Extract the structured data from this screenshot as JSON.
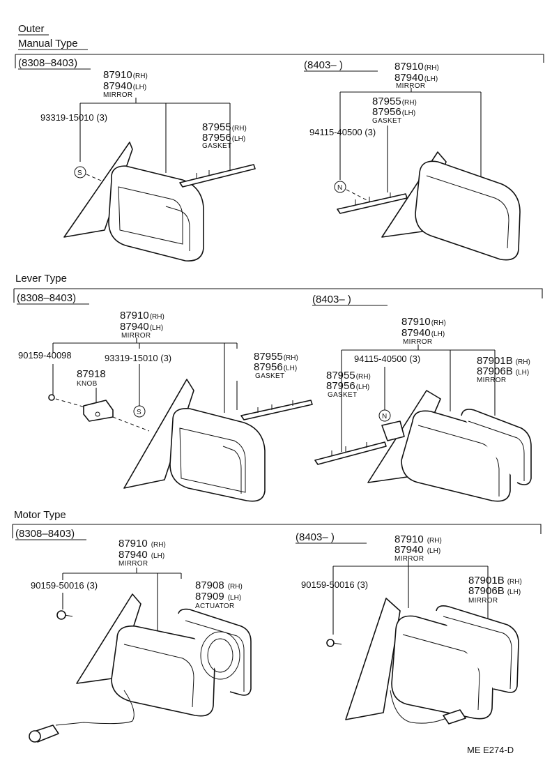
{
  "header": {
    "outer": "Outer",
    "manual_type": "Manual Type",
    "lever_type": "Lever Type",
    "motor_type": "Motor Type"
  },
  "ranges": {
    "early": "(8308–8403)",
    "late": "(8403–      )"
  },
  "suffix": {
    "rh": "(RH)",
    "lh": "(LH)"
  },
  "names": {
    "mirror": "MIRROR",
    "gasket": "GASKET",
    "knob": "KNOB",
    "actuator": "ACTUATOR"
  },
  "symbols": {
    "s": "S",
    "n": "N"
  },
  "parts": {
    "mirror_rh": "87910",
    "mirror_lh": "87940",
    "gasket_rh": "87955",
    "gasket_lh": "87956",
    "mirror2_rh": "87901B",
    "mirror2_lh": "87906B",
    "actuator_rh": "87908",
    "actuator_lh": "87909",
    "knob": "87918",
    "screw_93319": "93319-15010 (3)",
    "screw_94115": "94115-40500 (3)",
    "screw_90159_40098": "90159-40098",
    "screw_90159_50016": "90159-50016 (3)"
  },
  "footer": {
    "code": "ME  E274-D"
  }
}
